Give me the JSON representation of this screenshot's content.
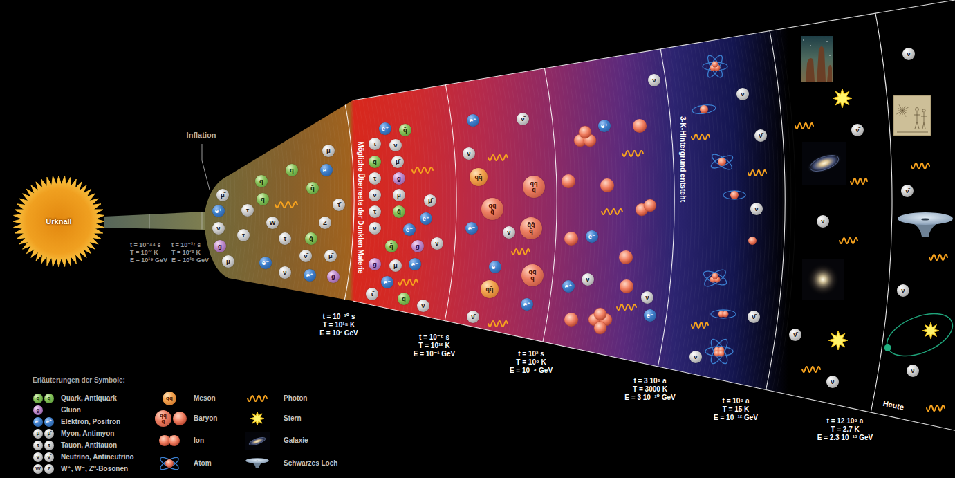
{
  "diagram": {
    "nodes": [
      {
        "text": [
          "Urknall"
        ]
      },
      {
        "text": [
          "μ̄"
        ]
      },
      {
        "text": [
          "q"
        ]
      },
      {
        "text": [
          "μ"
        ]
      },
      {
        "text": [
          "e⁻"
        ]
      },
      {
        "text": [
          "e⁺"
        ]
      },
      {
        "text": [
          "q"
        ]
      },
      {
        "text": [
          "q"
        ]
      },
      {
        "text": [
          "ν̄"
        ]
      },
      {
        "text": [
          "W"
        ]
      },
      {
        "text": [
          "τ"
        ]
      },
      {
        "text": [
          "Z"
        ]
      },
      {
        "text": [
          "g"
        ]
      },
      {
        "text": [
          "τ"
        ]
      },
      {
        "text": [
          "q̄"
        ]
      },
      {
        "text": [
          "ν̄"
        ]
      },
      {
        "text": [
          "μ̄"
        ]
      },
      {
        "text": [
          "μ"
        ]
      },
      {
        "text": [
          "e⁻"
        ]
      },
      {
        "text": [
          "ν"
        ]
      },
      {
        "text": [
          "e⁺"
        ]
      },
      {
        "text": [
          "g"
        ]
      },
      {
        "text": [
          "τ̄"
        ]
      },
      {
        "text": [
          "q̄"
        ]
      },
      {
        "text": [
          "τ"
        ]
      },
      {
        "text": [
          "e⁺"
        ]
      },
      {
        "text": [
          "q̄"
        ]
      },
      {
        "text": [
          "τ"
        ]
      },
      {
        "text": [
          "ν̄"
        ]
      },
      {
        "text": [
          "q"
        ]
      },
      {
        "text": [
          "μ̄"
        ]
      },
      {
        "text": [
          "τ̄"
        ]
      },
      {
        "text": [
          "g"
        ]
      },
      {
        "text": [
          "ν"
        ]
      },
      {
        "text": [
          "μ"
        ]
      },
      {
        "text": [
          "τ"
        ]
      },
      {
        "text": [
          "q̄"
        ]
      },
      {
        "text": [
          "μ̄"
        ]
      },
      {
        "text": [
          "e⁺"
        ]
      },
      {
        "text": [
          "ν"
        ]
      },
      {
        "text": [
          "e⁻"
        ]
      },
      {
        "text": [
          "g"
        ]
      },
      {
        "text": [
          "ν̄"
        ]
      },
      {
        "text": [
          "q̄"
        ]
      },
      {
        "text": [
          "g"
        ]
      },
      {
        "text": [
          "μ"
        ]
      },
      {
        "text": [
          "e⁻"
        ]
      },
      {
        "text": [
          "e⁻"
        ]
      },
      {
        "text": [
          "q"
        ]
      },
      {
        "text": [
          "τ̄"
        ]
      },
      {
        "text": [
          "ν"
        ]
      },
      {
        "text": [
          "e⁺"
        ]
      },
      {
        "text": [
          "ν̄"
        ]
      },
      {
        "text": [
          "ν"
        ]
      },
      {
        "text": [
          "qq̄"
        ]
      },
      {
        "text": [
          "qq q"
        ]
      },
      {
        "text": [
          "e⁻"
        ]
      },
      {
        "text": [
          "q̄q̄ q̄"
        ]
      },
      {
        "text": [
          "q̄q̄ q̄"
        ]
      },
      {
        "text": [
          "ν"
        ]
      },
      {
        "text": [
          "e⁻"
        ]
      },
      {
        "text": [
          "qq q"
        ]
      },
      {
        "text": [
          "qq̄"
        ]
      },
      {
        "text": [
          "e⁺"
        ]
      },
      {
        "text": [
          "ν̄"
        ]
      },
      {
        "text": [
          "e⁺"
        ]
      },
      {
        "text": [
          "e⁻"
        ]
      },
      {
        "text": [
          "ν"
        ]
      },
      {
        "text": [
          "e⁺"
        ]
      },
      {
        "text": [
          "e⁻"
        ]
      },
      {
        "text": [
          "ν̄"
        ]
      },
      {
        "text": [
          "ν"
        ]
      },
      {
        "text": [
          "ν"
        ]
      },
      {
        "text": [
          "ν̄"
        ]
      },
      {
        "text": [
          "ν"
        ]
      },
      {
        "text": [
          "ν̄"
        ]
      },
      {
        "text": [
          "ν"
        ]
      },
      {
        "text": [
          "ν̄"
        ]
      },
      {
        "text": [
          "ν"
        ]
      },
      {
        "text": [
          "ν̄"
        ]
      },
      {
        "text": [
          "ν"
        ]
      },
      {
        "text": [
          "ν"
        ]
      },
      {
        "text": [
          "ν̄"
        ]
      },
      {
        "text": [
          "ν"
        ]
      },
      {
        "text": [
          "ν"
        ]
      }
    ],
    "labels": [
      "Inflation",
      "t = 10⁻⁴⁴ s",
      "T = 10³² K",
      "E = 10¹⁹ GeV",
      "t = 10⁻³⁷ s",
      "T = 10²⁸ K",
      "E = 10¹⁵ GeV",
      "t = 10⁻¹⁰ s",
      "T = 10¹⁵ K",
      "E = 10² GeV",
      "t = 10⁻⁵ s",
      "T = 10¹² K",
      "E = 10⁻¹ GeV",
      "t = 10² s",
      "T = 10⁹ K",
      "E = 10⁻⁴ GeV",
      "t = 3 10⁵ a",
      "T = 3000 K",
      "E = 3 10⁻¹⁰ GeV",
      "t = 10⁹ a",
      "T = 15 K",
      "E = 10⁻¹² GeV",
      "t = 12 10⁹ a",
      "T = 2.7 K",
      "E = 2.3 10⁻¹³ GeV",
      "Mögliche Überreste der Dunklen Materie",
      "3-K-Hintergrund entsteht",
      "Heute",
      "Erläuterungen der Symbole:",
      "q",
      "q̄",
      "g",
      "e⁻",
      "e⁺",
      "μ",
      "μ̄",
      "τ",
      "τ̄",
      "ν",
      "ν̄",
      "W",
      "Z",
      "qq̄",
      "qq q"
    ],
    "legend": [
      {
        "text": "Quark, Antiquark"
      },
      {
        "text": "Gluon"
      },
      {
        "text": "Elektron, Positron"
      },
      {
        "text": "Myon, Antimyon"
      },
      {
        "text": "Tauon, Antitauon"
      },
      {
        "text": "Neutrino, Antineutrino"
      },
      {
        "text": "W⁺, W⁻, Z⁰-Bosonen"
      },
      {
        "text": "Meson"
      },
      {
        "text": "Baryon"
      },
      {
        "text": "Ion"
      },
      {
        "text": "Atom"
      },
      {
        "text": "Photon"
      },
      {
        "text": "Stern"
      },
      {
        "text": "Galaxie"
      },
      {
        "text": "Schwarzes Loch"
      }
    ]
  }
}
